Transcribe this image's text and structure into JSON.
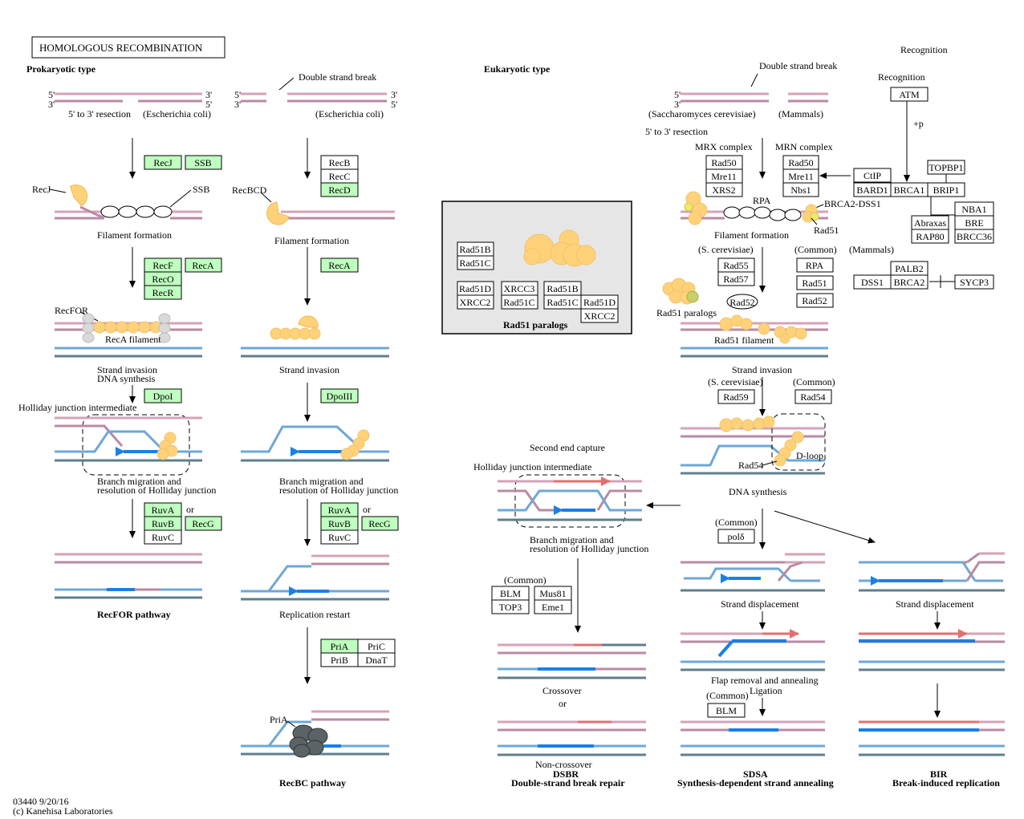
{
  "title": "HOMOLOGOUS RECOMBINATION",
  "footer": {
    "id": "03440 9/20/16",
    "copy": "(c) Kanehisa Laboratories"
  },
  "sections": {
    "prok": "Prokaryotic type",
    "euk": "Eukaryotic type"
  },
  "labels": {
    "five": "5'",
    "three": "3'",
    "resection": "5' to 3' resection",
    "ecoli": "(Escherichia coli)",
    "dsb": "Double strand break",
    "recj": "RecJ",
    "ssb": "SSB",
    "recbcd": "RecBCD",
    "filament": "Filament formation",
    "recfor": "RecFOR",
    "recafil": "RecA filament",
    "invasion_synth_1": "Strand invasion",
    "invasion_synth_2": "DNA synthesis",
    "strand_invasion": "Strand invasion",
    "holliday": "Holliday junction intermediate",
    "branch1": "Branch migration and",
    "branch2": "resolution of Holliday junction",
    "or": "or",
    "restart": "Replication restart",
    "recfor_path": "RecFOR pathway",
    "recbc_path": "RecBC pathway",
    "pria": "PriA",
    "paralogs": "Rad51 paralogs",
    "sacc": "(Saccharomyces cerevisiae)",
    "mammals": "(Mammals)",
    "mrx": "MRX complex",
    "mrn": "MRN complex",
    "rpa": "RPA",
    "brca2dss1": "BRCA2-DSS1",
    "rad51": "Rad51",
    "scer": "(S. cerevisiae)",
    "common": "(Common)",
    "rad52": "Rad52",
    "rad51fil": "Rad51 filament",
    "rad54": "Rad54",
    "dloop": "D-loop",
    "recognition": "Recognition",
    "p": "+p",
    "second_end": "Second end capture",
    "dna_synth": "DNA synthesis",
    "strand_disp": "Strand displacement",
    "flap1": "Flap removal and annealing",
    "ligation": "Ligation",
    "crossover": "Crossover",
    "noncross": "Non-crossover",
    "dsbr": "DSBR",
    "dsbr_full": "Double-strand break repair",
    "sdsa": "SDSA",
    "sdsa_full": "Synthesis-dependent strand annealing",
    "bir": "BIR",
    "bir_full": "Break-induced replication"
  },
  "genes": {
    "recJ": "RecJ",
    "ssb": "SSB",
    "recB": "RecB",
    "recC": "RecC",
    "recD": "RecD",
    "recF": "RecF",
    "recO": "RecO",
    "recR": "RecR",
    "recA": "RecA",
    "dpoI": "DpoI",
    "dpoIII": "DpoIII",
    "ruvA": "RuvA",
    "ruvB": "RuvB",
    "ruvC": "RuvC",
    "recG": "RecG",
    "priA": "PriA",
    "priB": "PriB",
    "priC": "PriC",
    "dnaT": "DnaT",
    "rad51B": "Rad51B",
    "rad51C": "Rad51C",
    "rad51D": "Rad51D",
    "xrcc2": "XRCC2",
    "xrcc3": "XRCC3",
    "rad50": "Rad50",
    "mre11": "Mre11",
    "xrs2": "XRS2",
    "nbs1": "Nbs1",
    "ctip": "CtIP",
    "bard1": "BARD1",
    "brca1": "BRCA1",
    "brip1": "BRIP1",
    "topbp1": "TOPBP1",
    "atm": "ATM",
    "nba1": "NBA1",
    "abraxas": "Abraxas",
    "bre": "BRE",
    "rap80": "RAP80",
    "brcc36": "BRCC36",
    "rad55": "Rad55",
    "rad57": "Rad57",
    "rpa": "RPA",
    "rad51": "Rad51",
    "rad52": "Rad52",
    "palb2": "PALB2",
    "dss1": "DSS1",
    "brca2": "BRCA2",
    "sycp3": "SYCP3",
    "rad59": "Rad59",
    "rad54": "Rad54",
    "pold": "polδ",
    "blm": "BLM",
    "top3": "TOP3",
    "mus81": "Mus81",
    "eme1": "Eme1"
  },
  "colors": {
    "pink": "#d6a2b8",
    "mauve": "#b98aa4",
    "blue": "#6ea7d8",
    "slate": "#5f7f8c",
    "arrowBlue": "#1a7fe8",
    "salmon": "#e07070",
    "yellow": "#ffd27a",
    "gene": "#bfffbf",
    "panel": "#e6e6e6",
    "gray": "#d9d9d9",
    "dark": "#5a6466"
  }
}
